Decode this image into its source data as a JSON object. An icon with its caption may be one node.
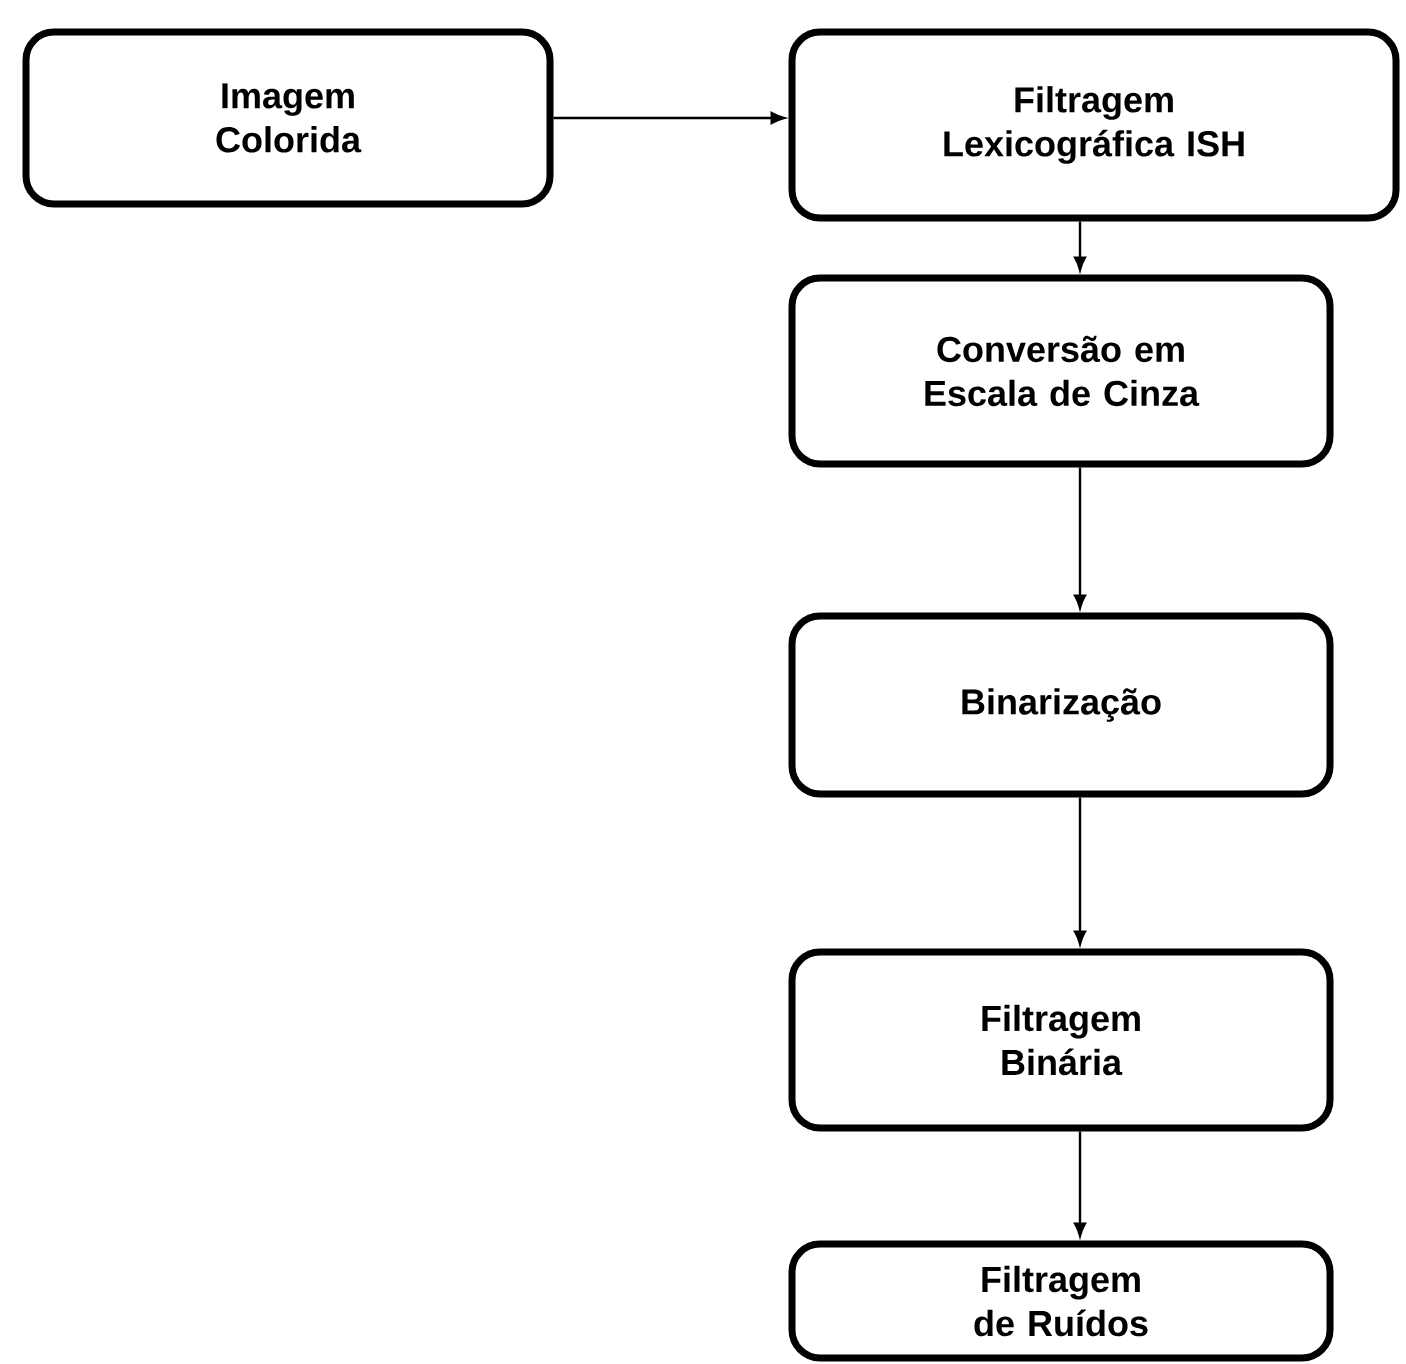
{
  "diagram": {
    "nodes": [
      {
        "text": [
          "Imagem Colorida"
        ]
      },
      {
        "text": [
          "Filtragem Lexicográfica ISH"
        ]
      },
      {
        "text": [
          "Conversão em Escala de Cinza"
        ]
      },
      {
        "text": [
          "Binarização"
        ]
      },
      {
        "text": [
          "Filtragem Binária"
        ]
      },
      {
        "text": [
          "Filtragem de Ruídos"
        ]
      }
    ],
    "edges": [
      {
        "from": 0,
        "to": 1,
        "arrow": "to"
      },
      {
        "from": 1,
        "to": 2,
        "arrow": "to"
      },
      {
        "from": 2,
        "to": 3,
        "arrow": "to"
      },
      {
        "from": 3,
        "to": 4,
        "arrow": "to"
      },
      {
        "from": 4,
        "to": 5,
        "arrow": "to"
      }
    ]
  }
}
